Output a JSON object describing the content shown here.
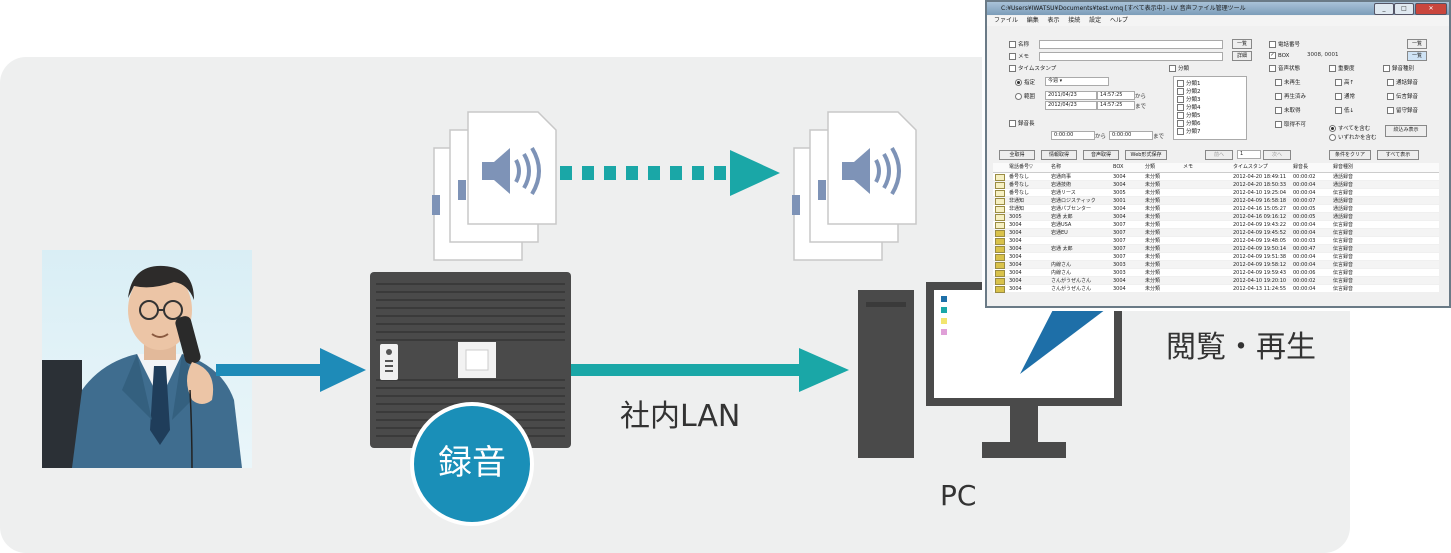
{
  "labels": {
    "recording": "録音",
    "lan": "社内LAN",
    "pc": "PC",
    "view_play": "閲覧・再生"
  },
  "colors": {
    "accent_teal": "#1aa7a7",
    "accent_blue": "#1e8bb8",
    "circle_blue": "#1a8fb8",
    "panel_bg": "#eeefef"
  },
  "icons": [
    "person-on-phone",
    "audio-file-stack",
    "speaker-icon",
    "pbx-device",
    "pc-tower",
    "pc-monitor"
  ],
  "window": {
    "title": "C:¥Users¥IWATSU¥Documents¥test.vmq [すべて表示中] - LV 音声ファイル管理ツール",
    "menu": [
      "ファイル",
      "編集",
      "表示",
      "接続",
      "設定",
      "ヘルプ"
    ],
    "fields": {
      "name": "名称",
      "memo": "メモ",
      "timestamp": "タイムスタンプ",
      "specify": "指定",
      "today": "今週",
      "range": "範囲",
      "date_from": "2011/04/23",
      "time_from": "14:57:25",
      "from_suffix": "から",
      "date_to": "2012/04/23",
      "time_to": "14:57:25",
      "to_suffix": "まで",
      "duration": "録音長",
      "dur_from": "0:00:00",
      "dur_to": "0:00:00",
      "dur_from_suffix": "から",
      "dur_to_suffix": "まで",
      "phone": "電話番号",
      "box": "BOX",
      "box_value": "3008, 0001",
      "classification": "分類",
      "audio_state": "音声状態",
      "importance": "重要度",
      "rec_type": "録音種別",
      "unplayed": "未再生",
      "played": "再生済み",
      "unacquired": "未取得",
      "unavailable": "取得不可",
      "high": "高↑",
      "normal": "通常",
      "low": "低↓",
      "call_rec": "通話録音",
      "msg_rec": "伝言録音",
      "answer_rec": "留守録音",
      "include_all": "すべてを含む",
      "include_any": "いずれかを含む",
      "filter_btn": "絞込み表示",
      "list_btn": "一覧",
      "detail_btn": "詳細"
    },
    "categories": [
      "分類1",
      "分類2",
      "分類3",
      "分類4",
      "分類5",
      "分類6",
      "分類7"
    ],
    "buttons": [
      "全取得",
      "情報取得",
      "音声取得",
      "Web形式保存",
      "前へ",
      "1",
      "次へ",
      "条件をクリア",
      "すべて表示"
    ],
    "columns": [
      "電話番号▽",
      "名称",
      "BOX",
      "分類",
      "メモ",
      "タイムスタンプ",
      "録音長",
      "録音種別"
    ],
    "rows": [
      [
        "番号なし",
        "岩通商事",
        "3004",
        "未分類",
        "",
        "2012-04-20 18:49:11",
        "00:00:02",
        "通話録音"
      ],
      [
        "番号なし",
        "岩通技術",
        "3004",
        "未分類",
        "",
        "2012-04-20 18:50:33",
        "00:00:04",
        "通話録音"
      ],
      [
        "番号なし",
        "岩通リース",
        "3005",
        "未分類",
        "",
        "2012-04-10 19:25:04",
        "00:00:04",
        "伝言録音"
      ],
      [
        "非通知",
        "岩通ロジスティック",
        "3001",
        "未分類",
        "",
        "2012-04-09 16:58:18",
        "00:00:07",
        "通話録音"
      ],
      [
        "非通知",
        "岩通パブセンター",
        "3004",
        "未分類",
        "",
        "2012-04-16 15:05:27",
        "00:00:05",
        "通話録音"
      ],
      [
        "3005",
        "岩通 太郎",
        "3004",
        "未分類",
        "",
        "2012-04-16 09:16:12",
        "00:00:05",
        "通話録音"
      ],
      [
        "3004",
        "岩通USA",
        "3007",
        "未分類",
        "",
        "2012-04-09 19:43:22",
        "00:00:04",
        "伝言録音"
      ],
      [
        "3004",
        "岩通EU",
        "3007",
        "未分類",
        "",
        "2012-04-09 19:45:52",
        "00:00:04",
        "伝言録音"
      ],
      [
        "3004",
        "",
        "3007",
        "未分類",
        "",
        "2012-04-09 19:48:05",
        "00:00:03",
        "伝言録音"
      ],
      [
        "3004",
        "岩通 太郎",
        "3007",
        "未分類",
        "",
        "2012-04-09 19:50:14",
        "00:00:47",
        "伝言録音"
      ],
      [
        "3004",
        "",
        "3007",
        "未分類",
        "",
        "2012-04-09 19:51:38",
        "00:00:04",
        "伝言録音"
      ],
      [
        "3004",
        "内線さん",
        "3003",
        "未分類",
        "",
        "2012-04-09 19:58:12",
        "00:00:04",
        "伝言録音"
      ],
      [
        "3004",
        "内線さん",
        "3003",
        "未分類",
        "",
        "2012-04-09 19:59:43",
        "00:00:06",
        "伝言録音"
      ],
      [
        "3004",
        "さんがうぜんさん",
        "3004",
        "未分類",
        "",
        "2012-04-10 19:20:10",
        "00:00:02",
        "伝言録音"
      ],
      [
        "3004",
        "さんがうぜんさん",
        "3004",
        "未分類",
        "",
        "2012-04-13 11:24:55",
        "00:00:04",
        "伝言録音"
      ]
    ]
  }
}
